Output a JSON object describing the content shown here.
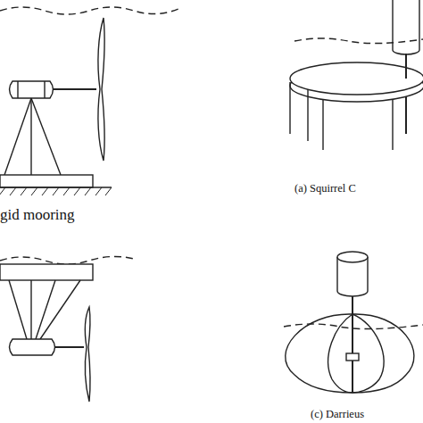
{
  "diagram": {
    "labels": [
      "gid mooring",
      "(a) Squirrel C",
      "(c) Darrieus"
    ]
  }
}
